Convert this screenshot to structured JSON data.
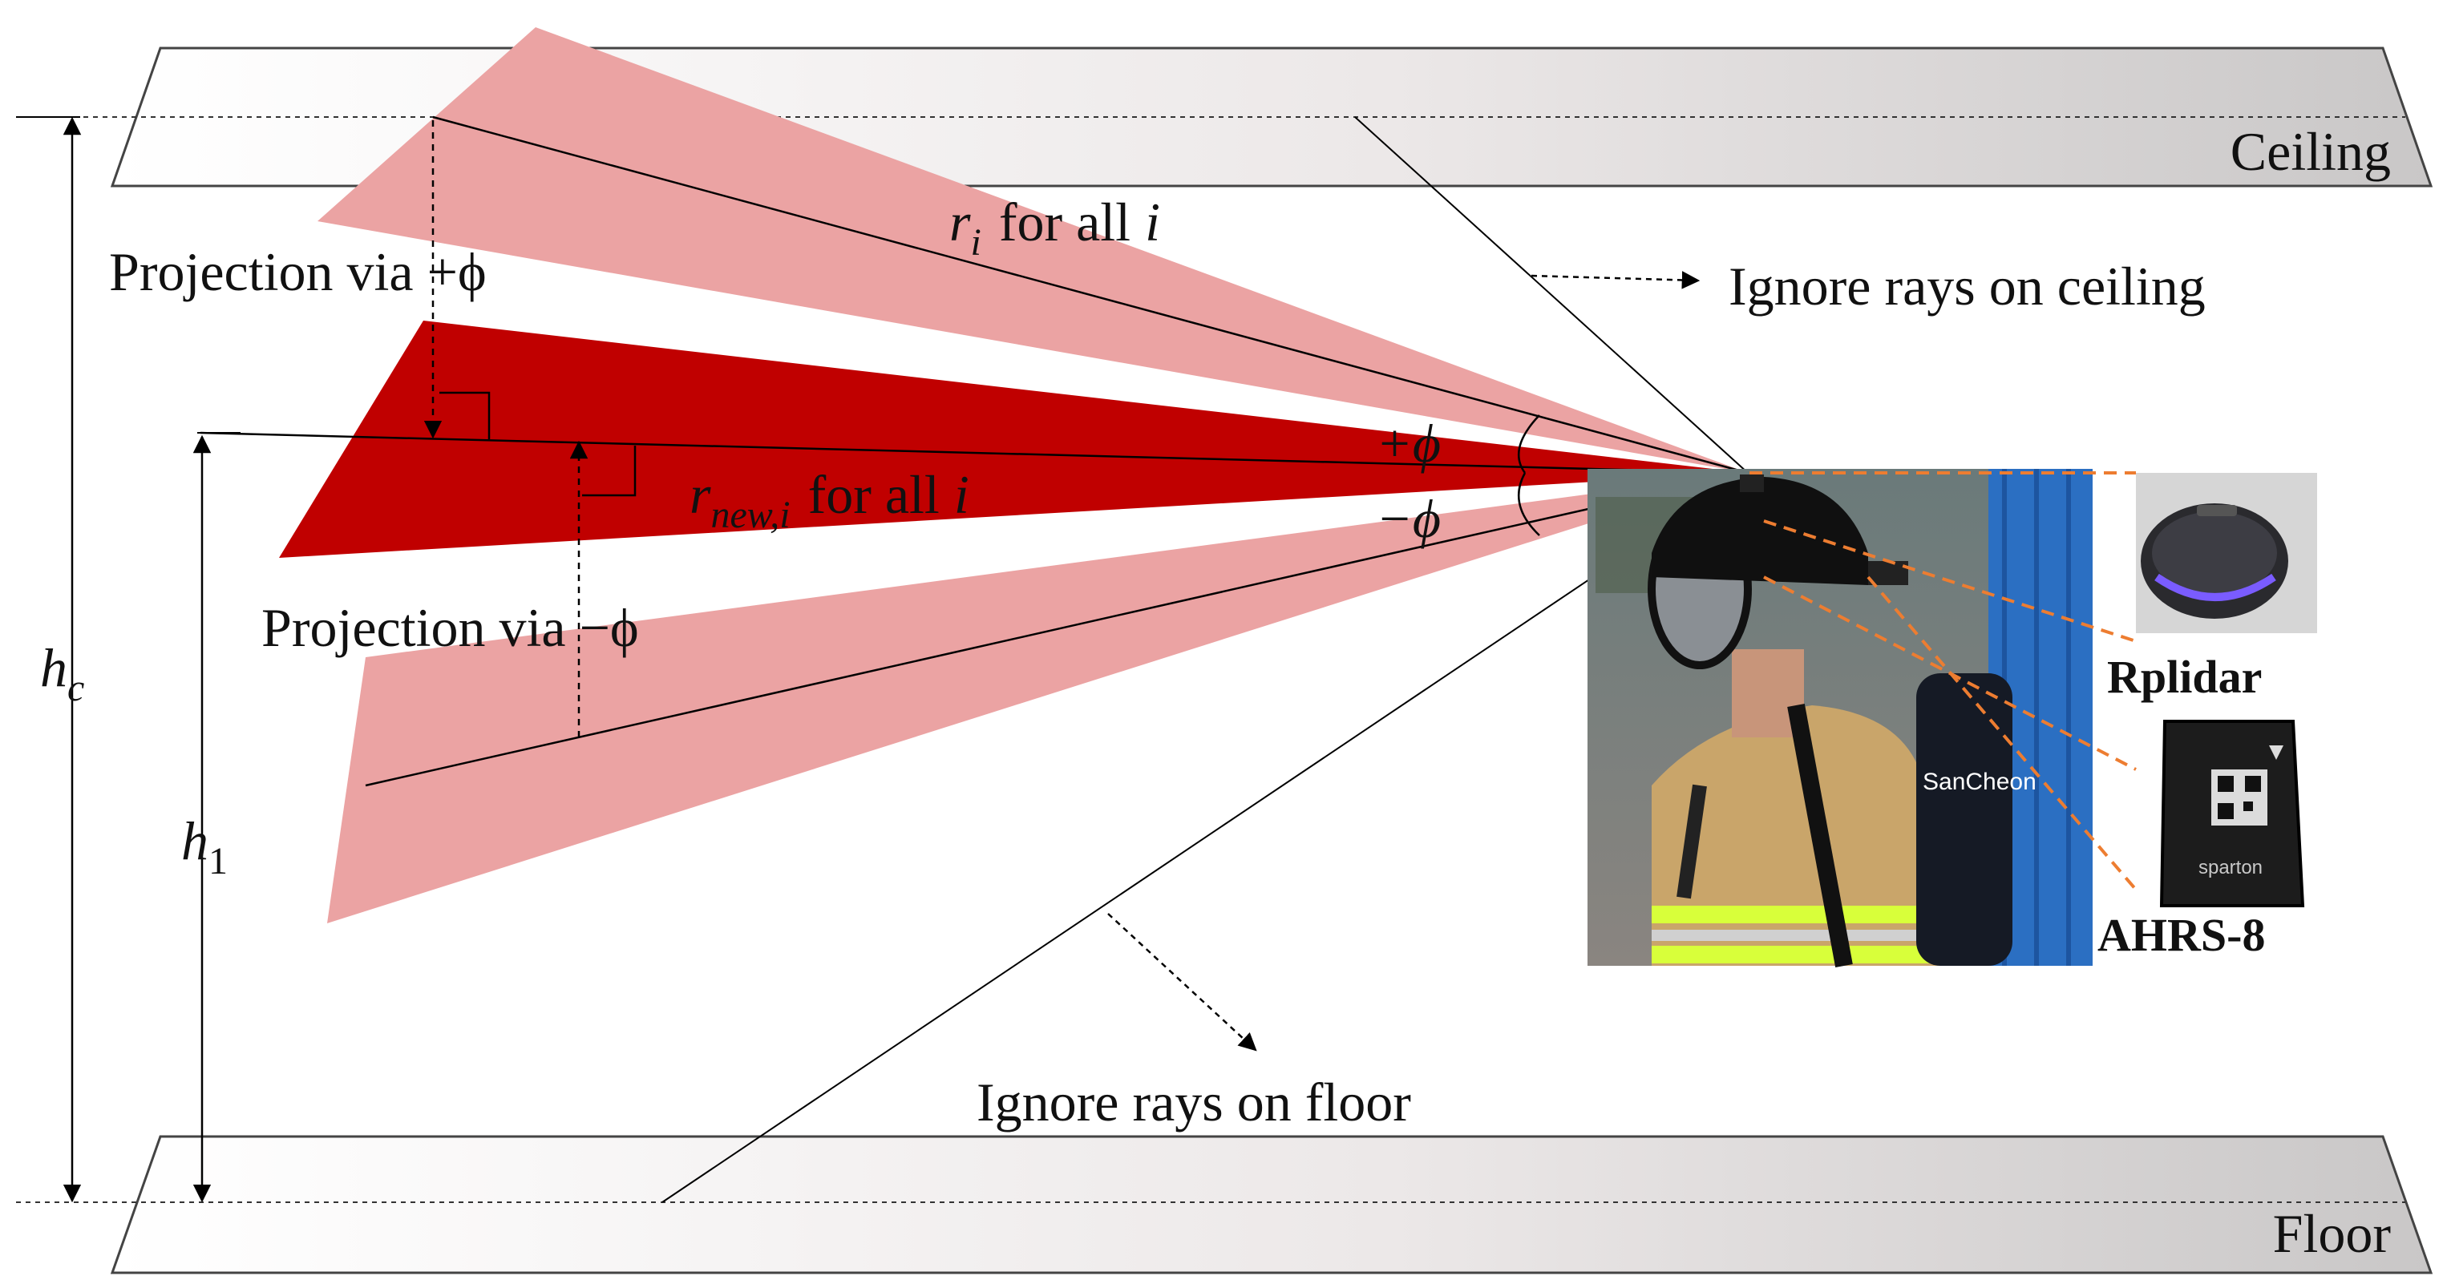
{
  "labels": {
    "ceiling": "Ceiling",
    "floor": "Floor",
    "ignore_ceiling": "Ignore rays on ceiling",
    "ignore_floor": "Ignore rays on floor",
    "proj_plus": "Projection via +ϕ",
    "proj_minus": "Projection via −ϕ",
    "ri_sym": "r",
    "ri_sub": "i",
    "for_all": "for all",
    "i_sym": "i",
    "rnew_sym": "r",
    "rnew_sub": "new,i",
    "plus_phi": "+ϕ",
    "minus_phi": "−ϕ",
    "hc_sym": "h",
    "hc_sub": "c",
    "h1_sym": "h",
    "h1_sub": "1",
    "rplidar": "Rplidar",
    "ahrs": "AHRS-8",
    "helmet_brand": "SanCheon",
    "device_brand": "sparton"
  },
  "colors": {
    "beam_light": "#eba3a3",
    "beam_dark": "#c00000",
    "callout": "#ed7d31",
    "plane_edge": "#444444"
  }
}
